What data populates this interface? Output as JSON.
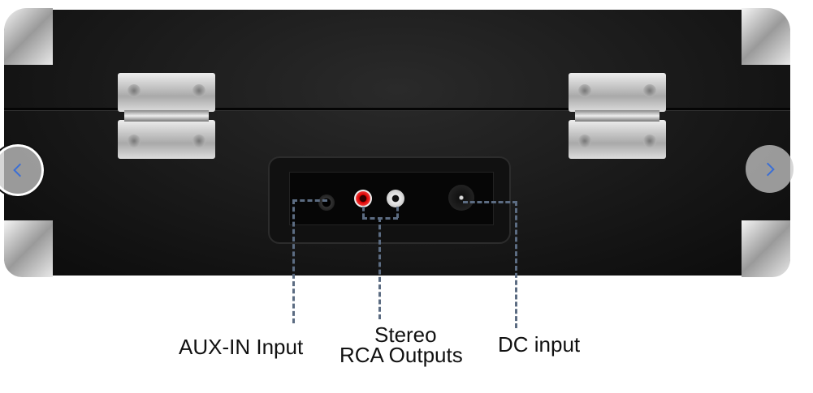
{
  "carousel": {
    "prev_icon": "chevron-left-icon",
    "next_icon": "chevron-right-icon",
    "chevron_color": "#3b6fd6"
  },
  "image": {
    "labels": {
      "aux": "AUX-IN Input",
      "rca_line1": "Stereo",
      "rca_line2": "RCA Outputs",
      "dc": "DC input"
    },
    "line_color": "#5c6c82"
  }
}
